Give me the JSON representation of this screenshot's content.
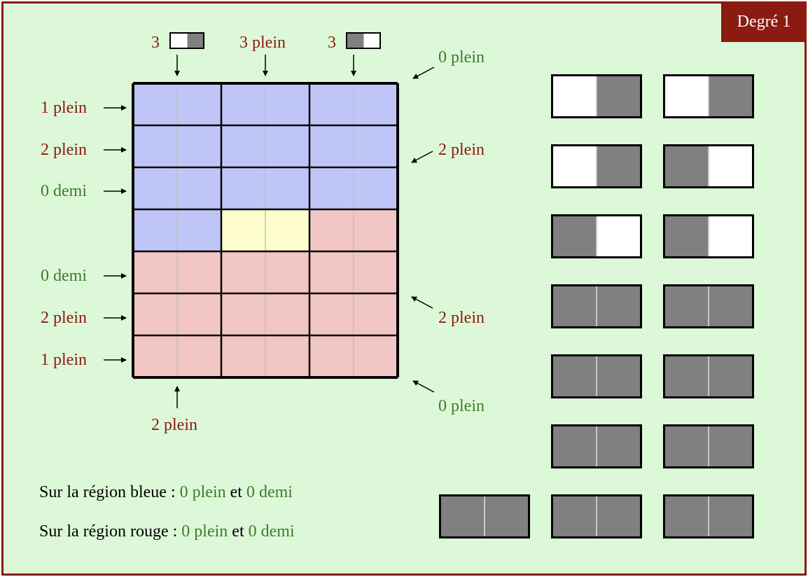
{
  "badge": "Degré 1",
  "colors": {
    "blue": "#bfc6f7",
    "red": "#f2c6c4",
    "yellow": "#fefdcd",
    "label_red": "#8b1a10",
    "label_green": "#3b7d2a",
    "tile_filled": "#808080",
    "background": "#ddf8d8"
  },
  "grid": {
    "rows": 7,
    "cols": 3,
    "cells": [
      [
        "blue",
        "blue",
        "blue"
      ],
      [
        "blue",
        "blue",
        "blue"
      ],
      [
        "blue",
        "blue",
        "blue"
      ],
      [
        "blue",
        "yellow",
        "red"
      ],
      [
        "red",
        "red",
        "red"
      ],
      [
        "red",
        "red",
        "red"
      ],
      [
        "red",
        "red",
        "red"
      ]
    ]
  },
  "top_labels": {
    "col1_count": "3",
    "col2_text": "3 plein",
    "col3_count": "3"
  },
  "left_labels": {
    "row1": "1 plein",
    "row2": "2 plein",
    "row3": "0 demi",
    "row5": "0 demi",
    "row6": "2 plein",
    "row7": "1 plein"
  },
  "right_labels": {
    "top_diagonal": "0 plein",
    "upper_diagonal": "2 plein",
    "lower_diagonal": "2 plein",
    "bottom_diagonal": "0 plein"
  },
  "bottom_label": "2 plein",
  "summary": {
    "blue_prefix": "Sur la région bleue : ",
    "blue_full": "0 plein",
    "blue_mid": " et ",
    "blue_half": "0 demi",
    "red_prefix": "Sur la région rouge : ",
    "red_full": "0 plein",
    "red_mid": " et ",
    "red_half": "0 demi"
  },
  "tiles": [
    [
      "empty",
      "filled"
    ],
    [
      "empty",
      "filled"
    ],
    [
      "empty",
      "filled"
    ],
    [
      "filled",
      "empty"
    ],
    [
      "filled",
      "empty"
    ],
    [
      "filled",
      "empty"
    ],
    [
      "filled",
      "filled"
    ],
    [
      "filled",
      "filled"
    ],
    [
      "filled",
      "filled"
    ],
    [
      "filled",
      "filled"
    ],
    [
      "filled",
      "filled"
    ],
    [
      "filled",
      "filled"
    ],
    [
      "filled",
      "filled"
    ],
    [
      "filled",
      "filled"
    ],
    [
      "filled",
      "filled"
    ]
  ]
}
